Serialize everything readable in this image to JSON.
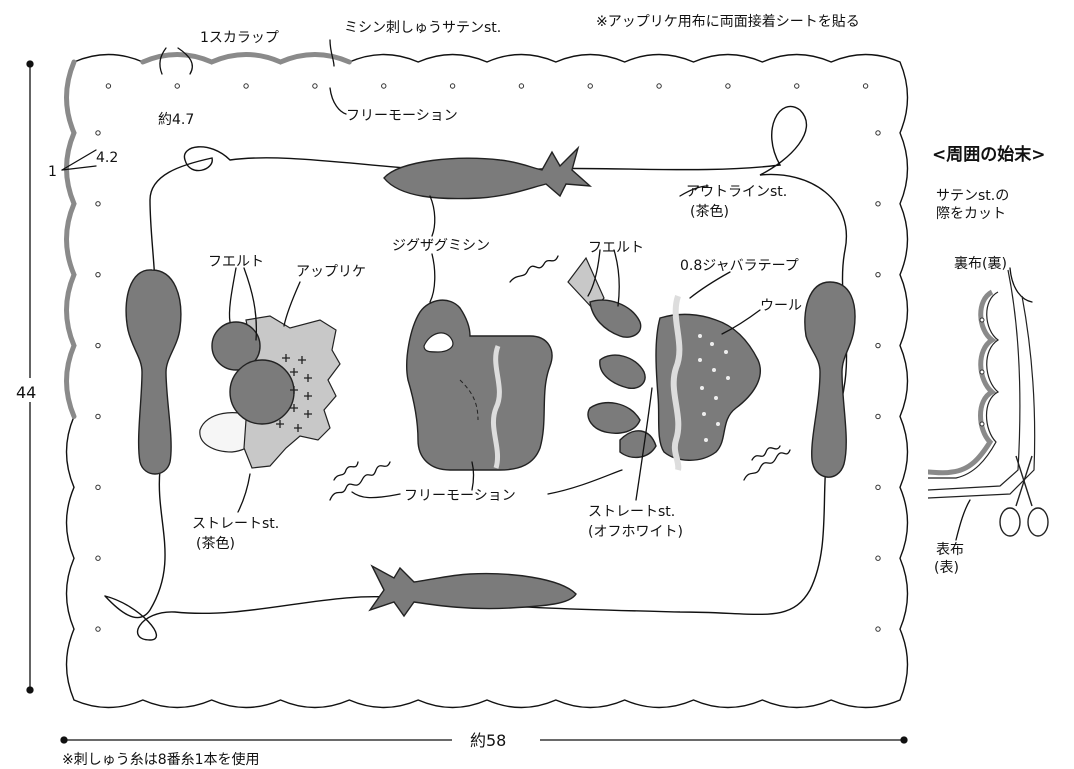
{
  "labels": {
    "scallop_one": "1スカラップ",
    "machine_satin": "ミシン刺しゅうサテンst.",
    "note_top": "※アップリケ用布に両面接着シートを貼る",
    "approx_4_7": "約4.7",
    "free_motion_top": "フリーモーション",
    "dim_1": "1",
    "dim_4_2": "4.2",
    "finish_title": "<周囲の始末>",
    "satin_cut_1": "サテンst.の",
    "satin_cut_2": "際をカット",
    "outline_1": "アウトラインst.",
    "outline_2": "(茶色)",
    "zigzag": "ジグザグミシン",
    "felt_left": "フエルト",
    "applique": "アップリケ",
    "felt_right": "フエルト",
    "jabara": "0.8ジャバラテープ",
    "wool": "ウール",
    "back_cloth": "裏布(裏)",
    "height_dim": "44",
    "straight_left_1": "ストレートst.",
    "straight_left_2": "(茶色)",
    "free_motion_mid": "フリーモーション",
    "straight_right_1": "ストレートst.",
    "straight_right_2": "(オフホワイト)",
    "front_cloth_1": "表布",
    "front_cloth_2": "(表)",
    "width_dim": "約58",
    "note_bottom": "※刺しゅう糸は8番糸1本を使用"
  },
  "colors": {
    "appliqué_dark": "#7b7b7b",
    "appliqué_light": "#c8c8c8",
    "scallop_edge": "#8a8a8a",
    "line": "#111111"
  }
}
